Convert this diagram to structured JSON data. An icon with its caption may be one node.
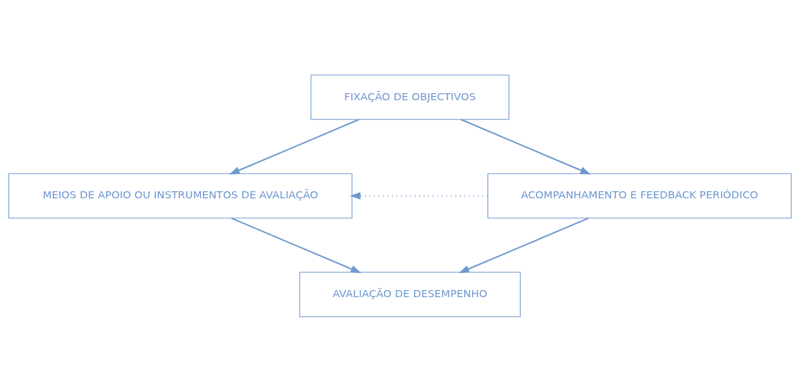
{
  "diagram": {
    "nodes": [
      {
        "text": [
          "FIXAÇÃO DE OBJECTIVOS"
        ]
      },
      {
        "text": [
          "MEIOS DE APOIO OU INSTRUMENTOS DE AVALIAÇÃO"
        ]
      },
      {
        "text": [
          "ACOMPANHAMENTO E FEEDBACK PERIÓDICO"
        ]
      },
      {
        "text": [
          "AVALIAÇÃO DE DESEMPENHO"
        ]
      }
    ],
    "edges": [
      {
        "from": 0,
        "to": 1,
        "arrow": "to"
      },
      {
        "from": 0,
        "to": 2,
        "arrow": "to"
      },
      {
        "from": 2,
        "to": 1,
        "arrow": "to",
        "style": "dashed"
      },
      {
        "from": 1,
        "to": 3,
        "arrow": "to"
      },
      {
        "from": 2,
        "to": 3,
        "arrow": "to"
      }
    ]
  }
}
